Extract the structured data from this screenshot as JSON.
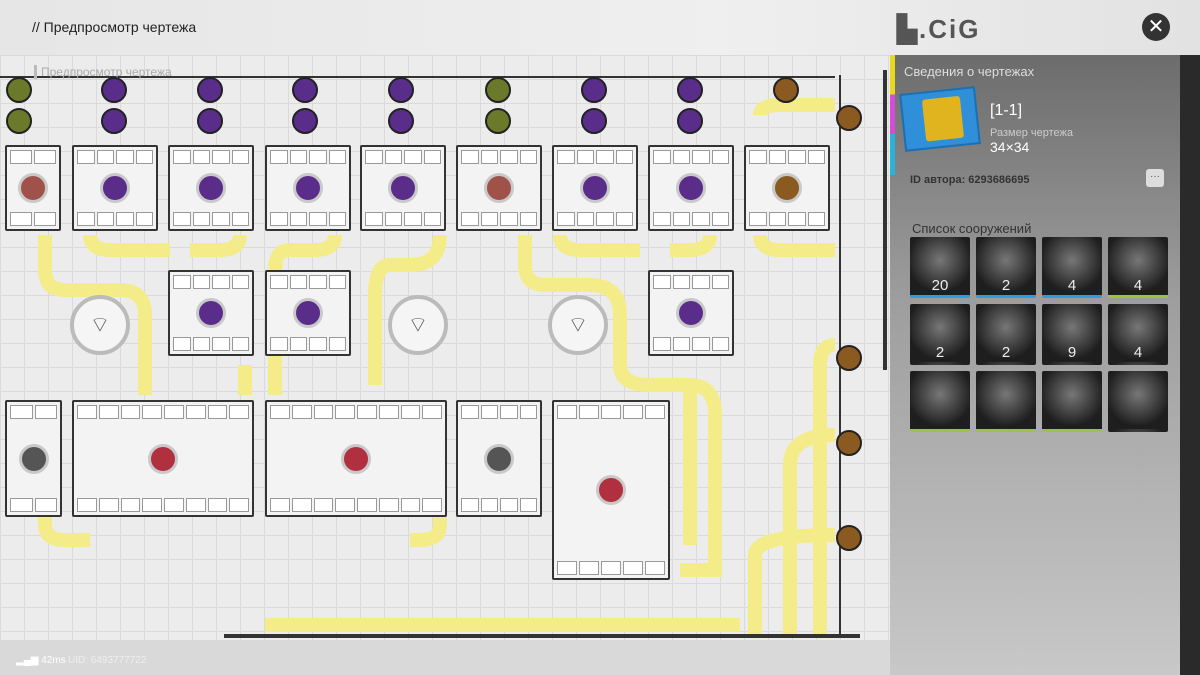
{
  "header": {
    "title": "// Предпросмотр чертежа",
    "logo": "▙.CiG",
    "close_icon": "close-icon"
  },
  "canvas": {
    "label": "Предпросмотр чертежа"
  },
  "info": {
    "heading": "Сведения о чертежах",
    "name": "[1-1]",
    "size_label": "Размер чертежа",
    "size_value": "34×34",
    "author": "ID автора: 6293686695",
    "more": "···"
  },
  "structures": {
    "heading": "Список сооружений",
    "items": [
      {
        "count": "20",
        "bar": "blue"
      },
      {
        "count": "2",
        "bar": "blue"
      },
      {
        "count": "4",
        "bar": "blue"
      },
      {
        "count": "4",
        "bar": "green"
      },
      {
        "count": "2",
        "bar": ""
      },
      {
        "count": "2",
        "bar": ""
      },
      {
        "count": "9",
        "bar": ""
      },
      {
        "count": "4",
        "bar": ""
      },
      {
        "count": "",
        "bar": "green"
      },
      {
        "count": "",
        "bar": "green"
      },
      {
        "count": "",
        "bar": "green"
      },
      {
        "count": "",
        "bar": ""
      }
    ]
  },
  "status": {
    "ping": "42ms",
    "uid": "UID: 6493777722"
  }
}
